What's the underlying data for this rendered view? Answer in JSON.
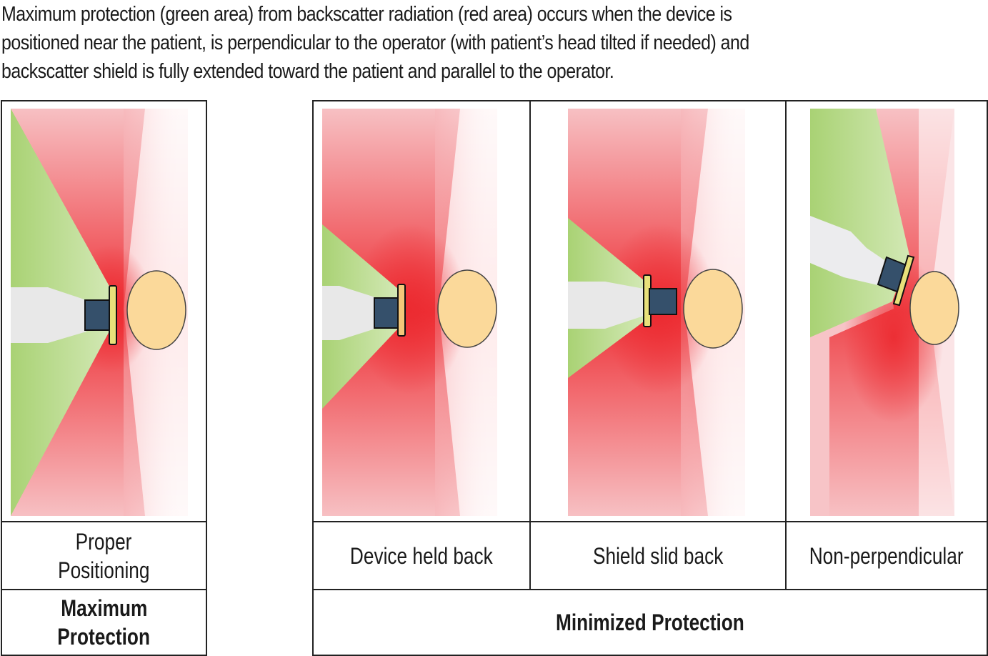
{
  "caption": {
    "line1": "Maximum protection (green area) from backscatter radiation (red area) occurs when the device is",
    "line2": "positioned near the patient, is perpendicular to the operator (with patient’s head tilted if needed) and",
    "line3": "backscatter shield is fully extended toward the patient and parallel to the operator."
  },
  "panels": [
    {
      "id": "proper",
      "label_line1": "Proper",
      "label_line2": "Positioning"
    },
    {
      "id": "held-back",
      "label": "Device held back"
    },
    {
      "id": "shield-back",
      "label": "Shield slid back"
    },
    {
      "id": "non-perp",
      "label": "Non-perpendicular"
    }
  ],
  "groups": {
    "maximum": {
      "line1": "Maximum",
      "line2": "Protection"
    },
    "minimized": "Minimized Protection"
  },
  "legend_colors": {
    "protected_area": "#a8d27a",
    "backscatter_area": "#ee3a3f",
    "patient": "#fbd99a",
    "device": "#35506b",
    "shield": "#e8e07a",
    "operator_arm": "#e8e8e8"
  }
}
